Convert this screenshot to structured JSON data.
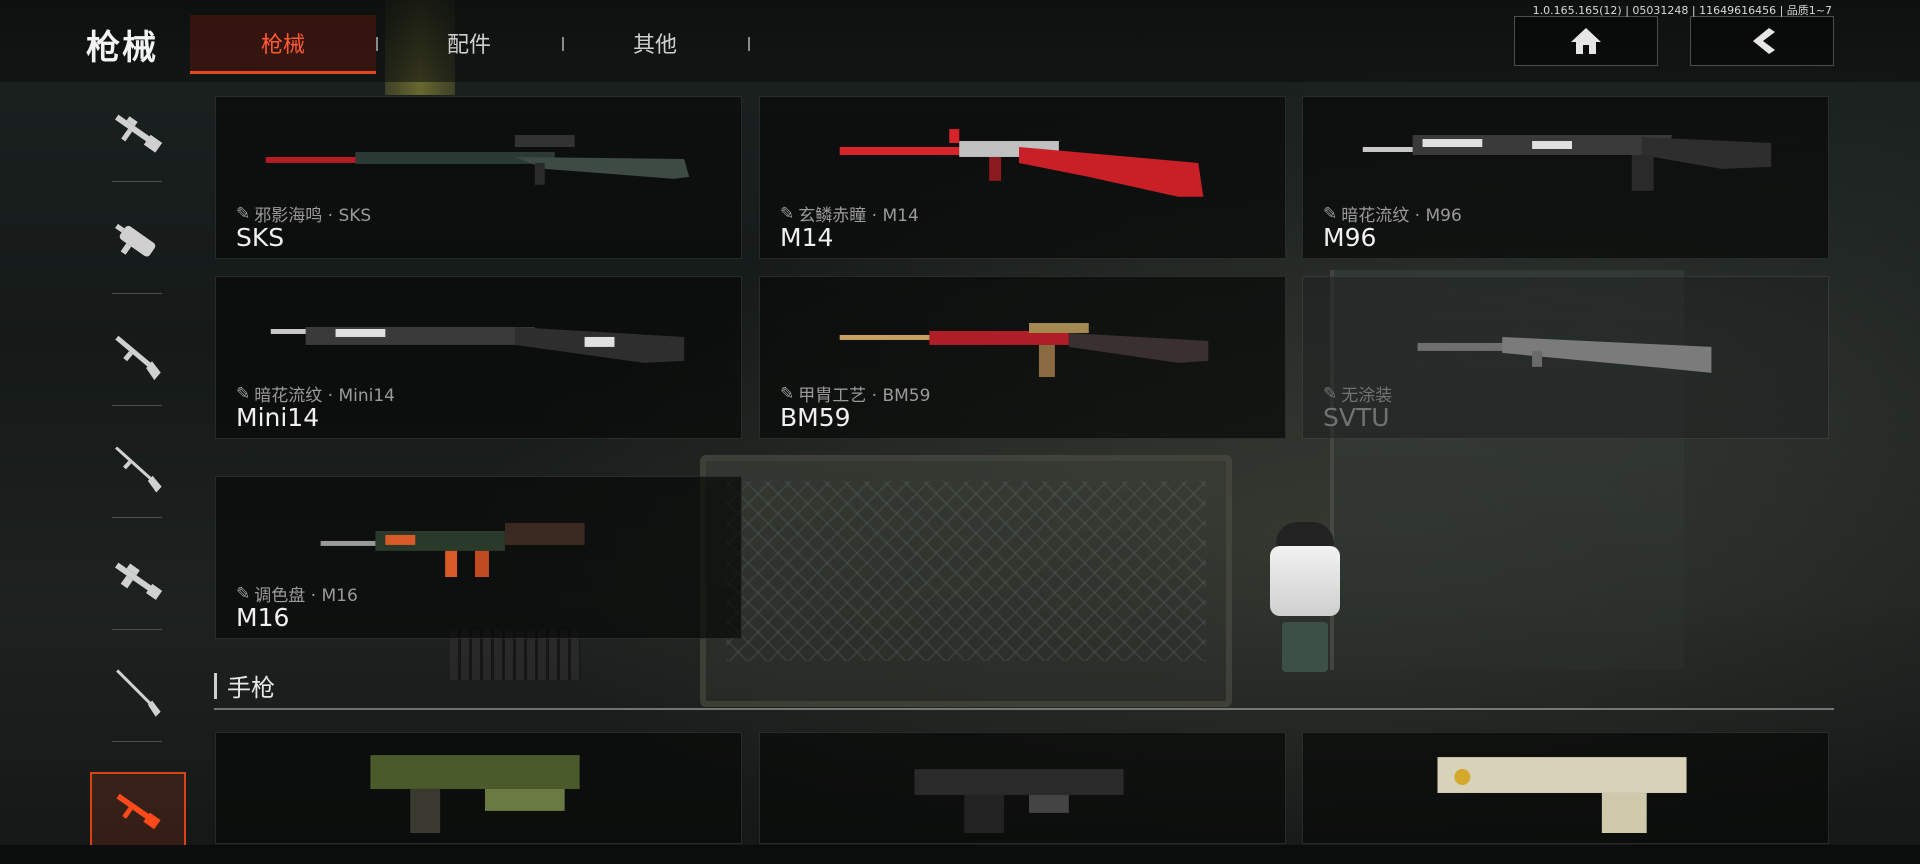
{
  "header": {
    "title": "枪械",
    "version": "1.0.165.165(12) | 05031248 | 11649616456 | 品质1~7",
    "tabs": [
      {
        "label": "枪械",
        "active": true
      },
      {
        "label": "配件",
        "active": false
      },
      {
        "label": "其他",
        "active": false
      }
    ],
    "home_icon": "home-icon",
    "back_icon": "chevron-left-icon"
  },
  "sidebar": {
    "items": [
      {
        "icon": "assault-rifle-icon",
        "active": false
      },
      {
        "icon": "smg-icon",
        "active": false
      },
      {
        "icon": "shotgun-icon",
        "active": false
      },
      {
        "icon": "sniper-rifle-icon",
        "active": false
      },
      {
        "icon": "lmg-icon",
        "active": false
      },
      {
        "icon": "marksman-rifle-icon",
        "active": false
      },
      {
        "icon": "rifle-icon",
        "active": true
      }
    ]
  },
  "weapons": [
    {
      "skin": "邪影海鸣 · SKS",
      "name": "SKS",
      "color": "#c2202a"
    },
    {
      "skin": "玄鳞赤瞳 · M14",
      "name": "M14",
      "color": "#d8222c"
    },
    {
      "skin": "暗花流纹 · M96",
      "name": "M96",
      "color": "#dcdcdc"
    },
    {
      "skin": "暗花流纹 · Mini14",
      "name": "Mini14",
      "color": "#dcdcdc"
    },
    {
      "skin": "甲胄工艺 · BM59",
      "name": "BM59",
      "color": "#b01e28"
    },
    {
      "skin": "无涂装",
      "name": "SVTU",
      "color": "#8a8a8a",
      "locked": true
    },
    {
      "skin": "调色盘 · M16",
      "name": "M16",
      "color": "#d85a28"
    }
  ],
  "pistol_section": {
    "label": "手枪"
  },
  "colors": {
    "accent": "#e2491f",
    "active_tab_text": "#ff5a30"
  }
}
